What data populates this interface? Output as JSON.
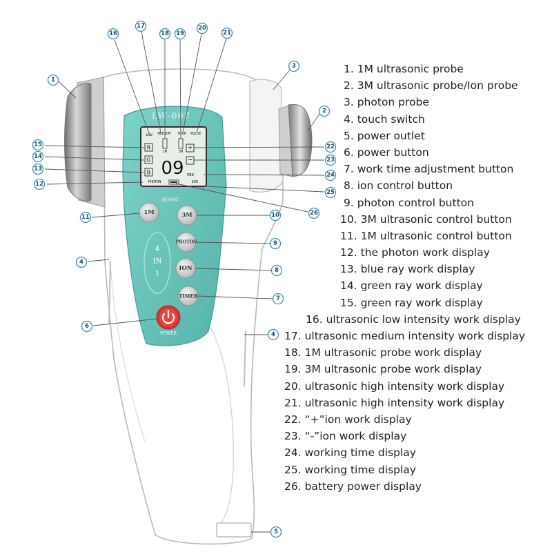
{
  "device": {
    "model": "LW-007",
    "sonic_label": "SONIC",
    "four_in_one": [
      "4",
      "IN",
      "1"
    ],
    "power_label": "POWER",
    "buttons": {
      "b1m": "1M",
      "b3m": "3M",
      "photon": "PHOTON",
      "ion": "ION",
      "timer": "TIMER"
    },
    "lcd": {
      "intensity_labels": [
        "LOW",
        "MEDIUM",
        "HIGH",
        "PULSE"
      ],
      "probe_1m": "1M",
      "probe_3m": "3M",
      "timer_value": "09",
      "minutes_unit": "MIN",
      "photon": "PHOTON",
      "ion": "ION",
      "ray_r": "R",
      "ray_g": "G",
      "ray_b": "B",
      "plus": "+",
      "minus": "−"
    }
  },
  "callouts": [
    "1",
    "2",
    "3",
    "4",
    "4",
    "5",
    "6",
    "7",
    "8",
    "9",
    "10",
    "11",
    "12",
    "13",
    "14",
    "15",
    "16",
    "17",
    "18",
    "19",
    "20",
    "21",
    "22",
    "23",
    "24",
    "25",
    "26"
  ],
  "legend": [
    "1. 1M ultrasonic probe",
    "2. 3M ultrasonic probe/Ion probe",
    "3. photon probe",
    "4. touch switch",
    "5. power outlet",
    "6. power button",
    "7. work time adjustment button",
    "8. ion control button",
    "9. photon control button",
    "10. 3M ultrasonic control button",
    "11. 1M ultrasonic control button",
    "12. the photon work display",
    "13. blue ray work display",
    "14. green ray work display",
    "15. green ray work display",
    "16. ultrasonic low intensity work display",
    "17. ultrasonic medium intensity work display",
    "18. 1M ultrasonic probe work display",
    "19. 3M ultrasonic probe work display",
    "20. ultrasonic high intensity work display",
    "21. ultrasonic high intensity work display",
    "22. “+”ion work display",
    "23. “-”ion work display",
    "24. working time display",
    "25. working time display",
    "26. battery power display"
  ],
  "colors": {
    "panel": "#6cc5bb",
    "panel_dark": "#3f9f95",
    "lcd_bg": "#e8efe8",
    "body_outline": "#b9b9b9",
    "probe_metal": "#9a9a9a",
    "power_red": "#e0312e",
    "callout_stroke": "#3a8fb5"
  }
}
